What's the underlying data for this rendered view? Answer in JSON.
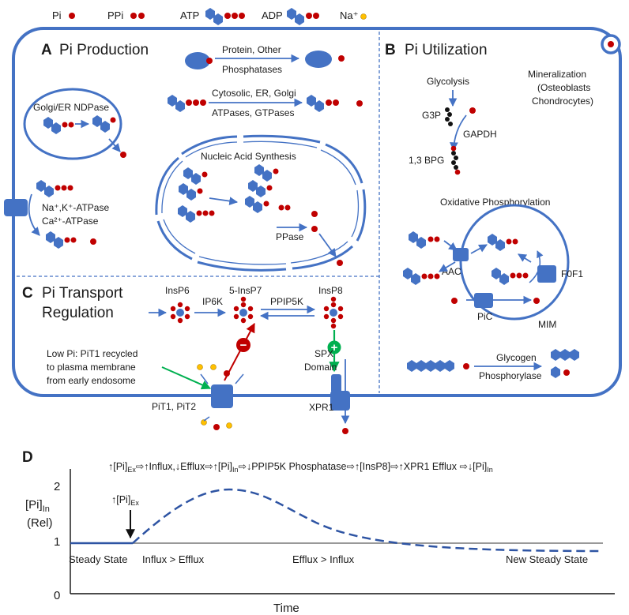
{
  "legend": {
    "pi": "Pi",
    "ppi": "PPi",
    "atp": "ATP",
    "adp": "ADP",
    "na": "Na⁺"
  },
  "panel_a": {
    "letter": "A",
    "title": "Pi Production",
    "protein_label_1": "Protein, Other",
    "protein_label_2": "Phosphatases",
    "cyt_label_1": "Cytosolic, ER, Golgi",
    "cyt_label_2": "ATPases, GTPases",
    "golgi_label": "Golgi/ER  NDPase",
    "pump_label_1": "Na⁺,K⁺-ATPase",
    "pump_label_2": "Ca²⁺-ATPase",
    "nucleic_label": "Nucleic Acid Synthesis",
    "ppase_label": "PPase"
  },
  "panel_b": {
    "letter": "B",
    "title": "Pi Utilization",
    "mineral_1": "Mineralization",
    "mineral_2": "(Osteoblasts",
    "mineral_3": "Chondrocytes)",
    "glycolysis": "Glycolysis",
    "g3p": "G3P",
    "gapdh": "GAPDH",
    "bpg": "1,3 BPG",
    "oxphos": "Oxidative Phosphorylation",
    "aac": "AAC",
    "f0f1": "F0F1",
    "pic": "PiC",
    "mim": "MIM",
    "glycogen_1": "Glycogen",
    "glycogen_2": "Phosphorylase"
  },
  "panel_c": {
    "letter": "C",
    "title_1": "Pi Transport",
    "title_2": "Regulation",
    "insp6": "InsP6",
    "ip6k": "IP6K",
    "insp7": "5-InsP7",
    "ppip5k": "PPIP5K",
    "insp8": "InsP8",
    "low_pi_1": "Low Pi: PiT1 recycled",
    "low_pi_2": "to plasma membrane",
    "low_pi_3": "from early endosome",
    "pit": "PiT1, PiT2",
    "spx_1": "SPX",
    "spx_2": "Domain",
    "xpr1": "XPR1",
    "minus": "−",
    "plus": "+"
  },
  "panel_d": {
    "letter": "D",
    "cascade": [
      {
        "text": "↑[Pi]"
      },
      {
        "text": "Ex",
        "sub": true
      },
      {
        "text": "⇨↑Influx,↓Efflux⇨↑[Pi]"
      },
      {
        "text": "In",
        "sub": true
      },
      {
        "text": "⇨↓PPIP5K Phosphatase⇨↑[InsP8]⇨↑XPR1 Efflux ⇨↓[Pi]"
      },
      {
        "text": "In",
        "sub": true
      }
    ],
    "ylabel_main": "[Pi]",
    "ylabel_sub": "In",
    "ylabel_rel": "(Rel)",
    "xlabel": "Time",
    "y_ticks": [
      "0",
      "1",
      "2"
    ],
    "stimulus_main": "↑[Pi]",
    "stimulus_sub": "Ex",
    "phases": [
      "Steady State",
      "Influx > Efflux",
      "Efflux > Influx",
      "New Steady State"
    ],
    "colors": {
      "cell": "#4472c4",
      "pi": "#c00000",
      "na": "#ffc000",
      "inhibit": "#c00000",
      "activate": "#00b050",
      "baseline": "#999999"
    }
  }
}
